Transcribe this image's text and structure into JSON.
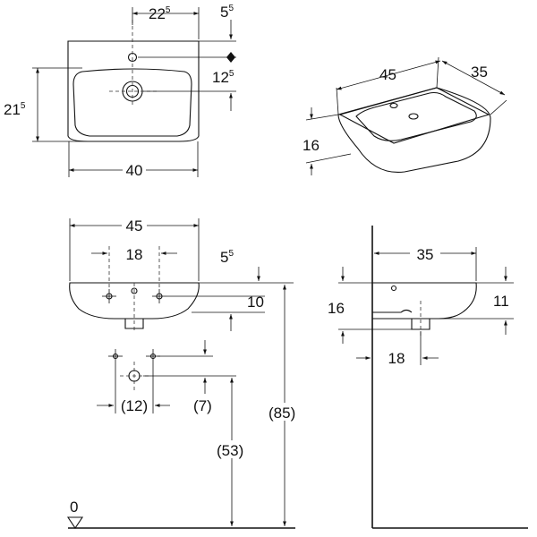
{
  "top_view": {
    "tap_offset": "22",
    "tap_offset_sup": "5",
    "tap_hole_from_back": "5",
    "tap_hole_from_back_sup": "5",
    "outer_depth": "21",
    "outer_depth_sup": "5",
    "waste_from_back": "12",
    "waste_from_back_sup": "5",
    "bowl_width": "40"
  },
  "iso_view": {
    "width": "45",
    "depth": "35",
    "height": "16"
  },
  "front_view": {
    "width": "45",
    "fixing_spacing": "18",
    "top_to_fixing": "5",
    "top_to_fixing_sup": "5",
    "fixing_height": "10",
    "waste_spacing": "(12)",
    "waste_offset": "(7)",
    "waste_height": "(53)",
    "rim_height": "(85)",
    "floor_level": "0"
  },
  "side_view": {
    "depth": "35",
    "height": "16",
    "rim_to_fixing": "11",
    "wall_to_waste": "18"
  }
}
